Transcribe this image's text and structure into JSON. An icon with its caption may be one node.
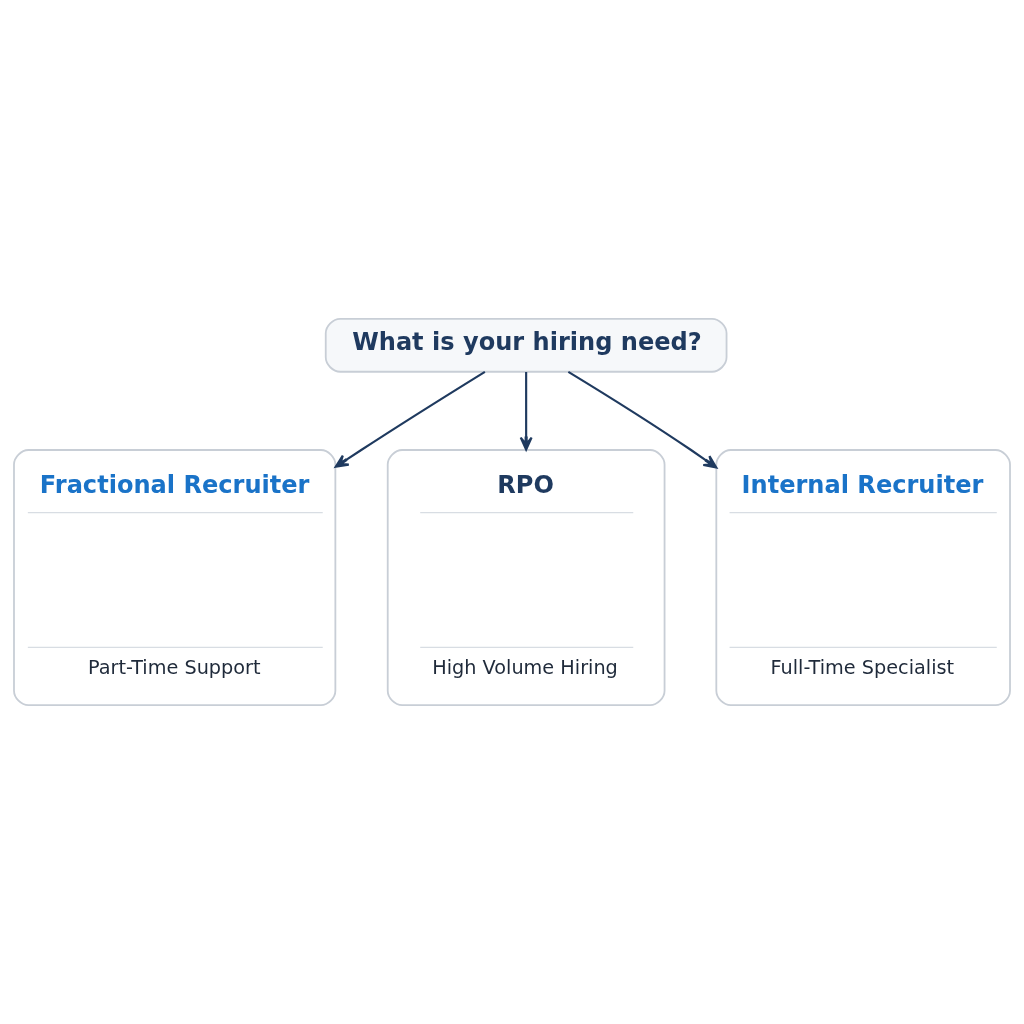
{
  "diagram": {
    "nodes": [
      {
        "text": [
          "What is your hiring need?"
        ]
      },
      {
        "text": [
          "Fractional Recruiter",
          "Part-Time Support"
        ]
      },
      {
        "text": [
          "RPO",
          "High Volume Hiring"
        ]
      },
      {
        "text": [
          "Internal Recruiter",
          "Full-Time Specialist"
        ]
      }
    ],
    "edges": [
      {
        "from": 0,
        "to": 1,
        "arrow": "to"
      },
      {
        "from": 0,
        "to": 2,
        "arrow": "to"
      },
      {
        "from": 0,
        "to": 3,
        "arrow": "to"
      }
    ]
  }
}
